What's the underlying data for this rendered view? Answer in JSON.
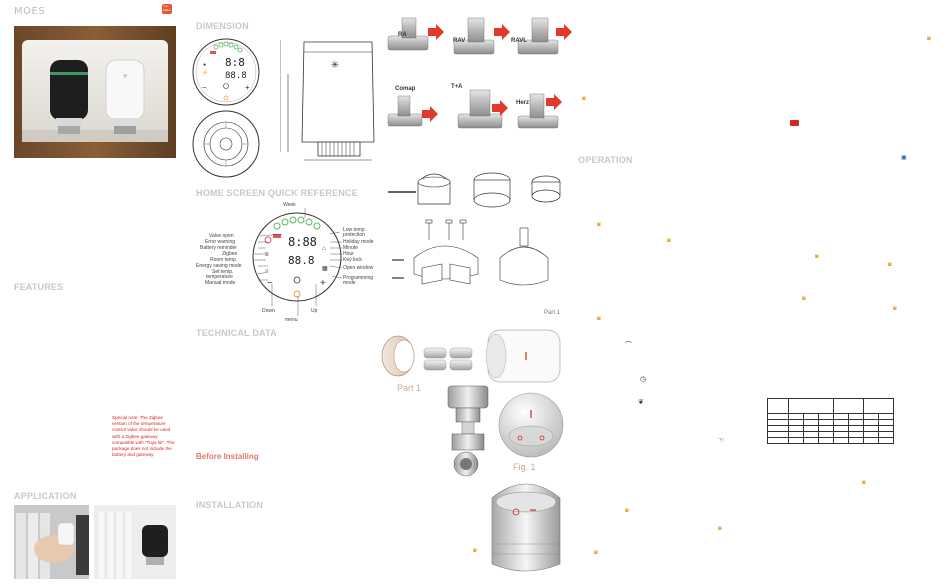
{
  "brand": {
    "logo": "MOES",
    "badge_line1": "Tuya",
    "badge_line2": "ZigBee"
  },
  "colors": {
    "accent_red": "#d4281f",
    "accent_orange": "#e8a020",
    "heading_grey": "#c8c8c8",
    "led_green": "#5bb85b",
    "led_red": "#e05555",
    "led_orange": "#e89a30"
  },
  "sections": {
    "features": "FEATURES",
    "application": "APPLICATION",
    "dimension": "DIMENSION",
    "home_screen": "HOME SCREEN QUICK REFERENCE",
    "technical_data": "TECHNICAL DATA",
    "before_installing": "Before Installing",
    "installation": "INSTALLATION",
    "operation": "OPERATION"
  },
  "special_note": "Special note: The Zigbee version of the temperature control valve should be used with a Zigbee gateway compatible with \"Tuya kit\". The package does not include the battery and gateway.",
  "home_screen_labels": {
    "week": "Week",
    "valve_open": "Valve open",
    "error_warning": "Error warning",
    "battery_reminder": "Battery reminder",
    "zigbee": "Zigbee",
    "room_temp": "Room temp.",
    "energy_saving_mode": "Energy saving mode",
    "set_temp": "Set temp.",
    "temperature": "temperature",
    "manual_mode": "Manual mode",
    "low_temp_protection_1": "Low temp.",
    "low_temp_protection_2": "protection",
    "holiday_mode": "Holiday mode",
    "minute": "Minute",
    "hour": "Hour",
    "key_lock": "Key lock",
    "open_window": "Open window",
    "programming_mode_1": "Programming",
    "programming_mode_2": "mode",
    "down": "Down",
    "menu": "menu",
    "up": "Up"
  },
  "valves": [
    {
      "name": "RA"
    },
    {
      "name": "RAV"
    },
    {
      "name": "RAVL"
    },
    {
      "name": "Comap"
    },
    {
      "name": "T+A"
    },
    {
      "name": "Herz"
    }
  ],
  "install_labels": {
    "part1_top": "Part 1",
    "part1_left": "Part 1",
    "fig1": "Fig. 1"
  }
}
